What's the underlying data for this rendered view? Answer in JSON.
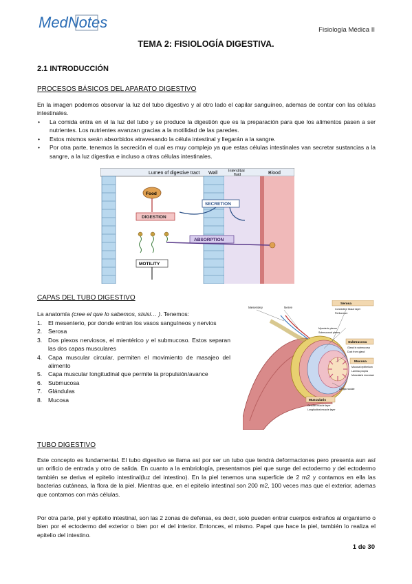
{
  "header": {
    "logo_text": "MedNotes",
    "doc_title": "Fisiología Médica II"
  },
  "title": "TEMA 2: FISIOLOGÍA DIGESTIVA.",
  "section_intro": "2.1 INTRODUCCIÓN",
  "procesos": {
    "heading": "PROCESOS BÁSICOS DEL APARATO DIGESTIVO",
    "intro": "En la imagen podemos observar la luz del tubo digestivo y al otro lado el capilar sanguíneo, ademas de contar con las células intestinales.",
    "bullets": [
      "La comida entra en el la luz del tubo y se produce la digestión que es la preparación para que los alimentos pasen a ser nutrientes. Los nutrientes avanzan gracias a la motilidad de las paredes.",
      " Estos mismos serán absorbidos atravesando la célula intestinal y llegarán a la sangre.",
      "Por otra parte, tenemos la secreción el cual es muy complejo ya que estas células intestinales van secretar sustancias a la sangre, a la luz digestiva e incluso a otras células intestinales."
    ]
  },
  "diagram1": {
    "lumen": "Lumen of digestive tract",
    "wall": "Wall",
    "interstitial": "Interstitial fluid",
    "blood": "Blood",
    "food": "Food",
    "digestion": "DIGESTION",
    "secretion": "SECRETION",
    "absorption": "ABSORPTION",
    "motility": "MOTILITY"
  },
  "capas": {
    "heading": "CAPAS DEL TUBO DIGESTIVO",
    "intro_prefix": "La anatomía ",
    "intro_italic": "(cree el que lo sabemos,  sisisi… )",
    "intro_suffix": ". Tenemos:",
    "items": [
      {
        "n": "1.",
        "text": "El mesenterio, por donde entran los vasos sanguíneos y nervios"
      },
      {
        "n": "2.",
        "text": " Serosa"
      },
      {
        "n": "3.",
        "text": "Dos plexos nerviosos, el mientérico y el submucoso. Estos separan las dos capas musculares"
      },
      {
        "n": "4.",
        "text": "Capa muscular circular, permiten el movimiento de masajeo del alimento"
      },
      {
        "n": "5.",
        "text": "Capa muscular longitudinal que permite la propulsión/avance"
      },
      {
        "n": "6.",
        "text": " Submucosa"
      },
      {
        "n": "7.",
        "text": " Glándulas"
      },
      {
        "n": "8.",
        "text": " Mucosa"
      }
    ]
  },
  "diagram2": {
    "labels_top": [
      "Mesentery",
      "Nerve"
    ],
    "boxes": [
      {
        "title": "Serosa",
        "items": [
          "Connective tissue layer",
          "Peritoneum"
        ]
      },
      {
        "title": "Submucosa",
        "items": [
          "Gland in submucosa",
          "Duct from gland"
        ]
      },
      {
        "title": "Mucosa",
        "items": [
          "Mucosal epithelium",
          "Lamina propria",
          "Muscularis mucosae"
        ]
      },
      {
        "title": "Muscularis",
        "items": [
          "Circular muscle layer",
          "Longitudinal muscle layer"
        ]
      }
    ],
    "side_labels": [
      "Myenteric plexus",
      "Submucosal plexus",
      "Lymph nodule"
    ]
  },
  "tubo": {
    "heading": "TUBO DIGESTIVO",
    "p1": "Este concepto es fundamental. El tubo digestivo se llama así por ser un tubo que tendrá deformaciones pero presenta aun así un orificio de entrada y otro de salida. En  cuanto a la embriología, presentamos piel que surge del ectodermo y del ectodermo también se deriva el epitelio intestinal(luz del intestino). En la piel tenemos una superficie de 2 m2 y contamos en ella las bacterias cutáneas, la flora de la piel. Mientras que, en el epitelio intestinal son 200 m2, 100 veces mas que el exterior, ademas que contamos con más células.",
    "p2": "Por otra parte, piel y epitelio intestinal, son las 2 zonas de defensa, es decir, solo pueden entrar cuerpos extraños al organismo o bien por el ectodermo del exterior o bien por el del interior. Entonces, el mismo. Papel que hace la piel, también lo realiza el epitelio del intestino."
  },
  "page_number": "1 de 30"
}
